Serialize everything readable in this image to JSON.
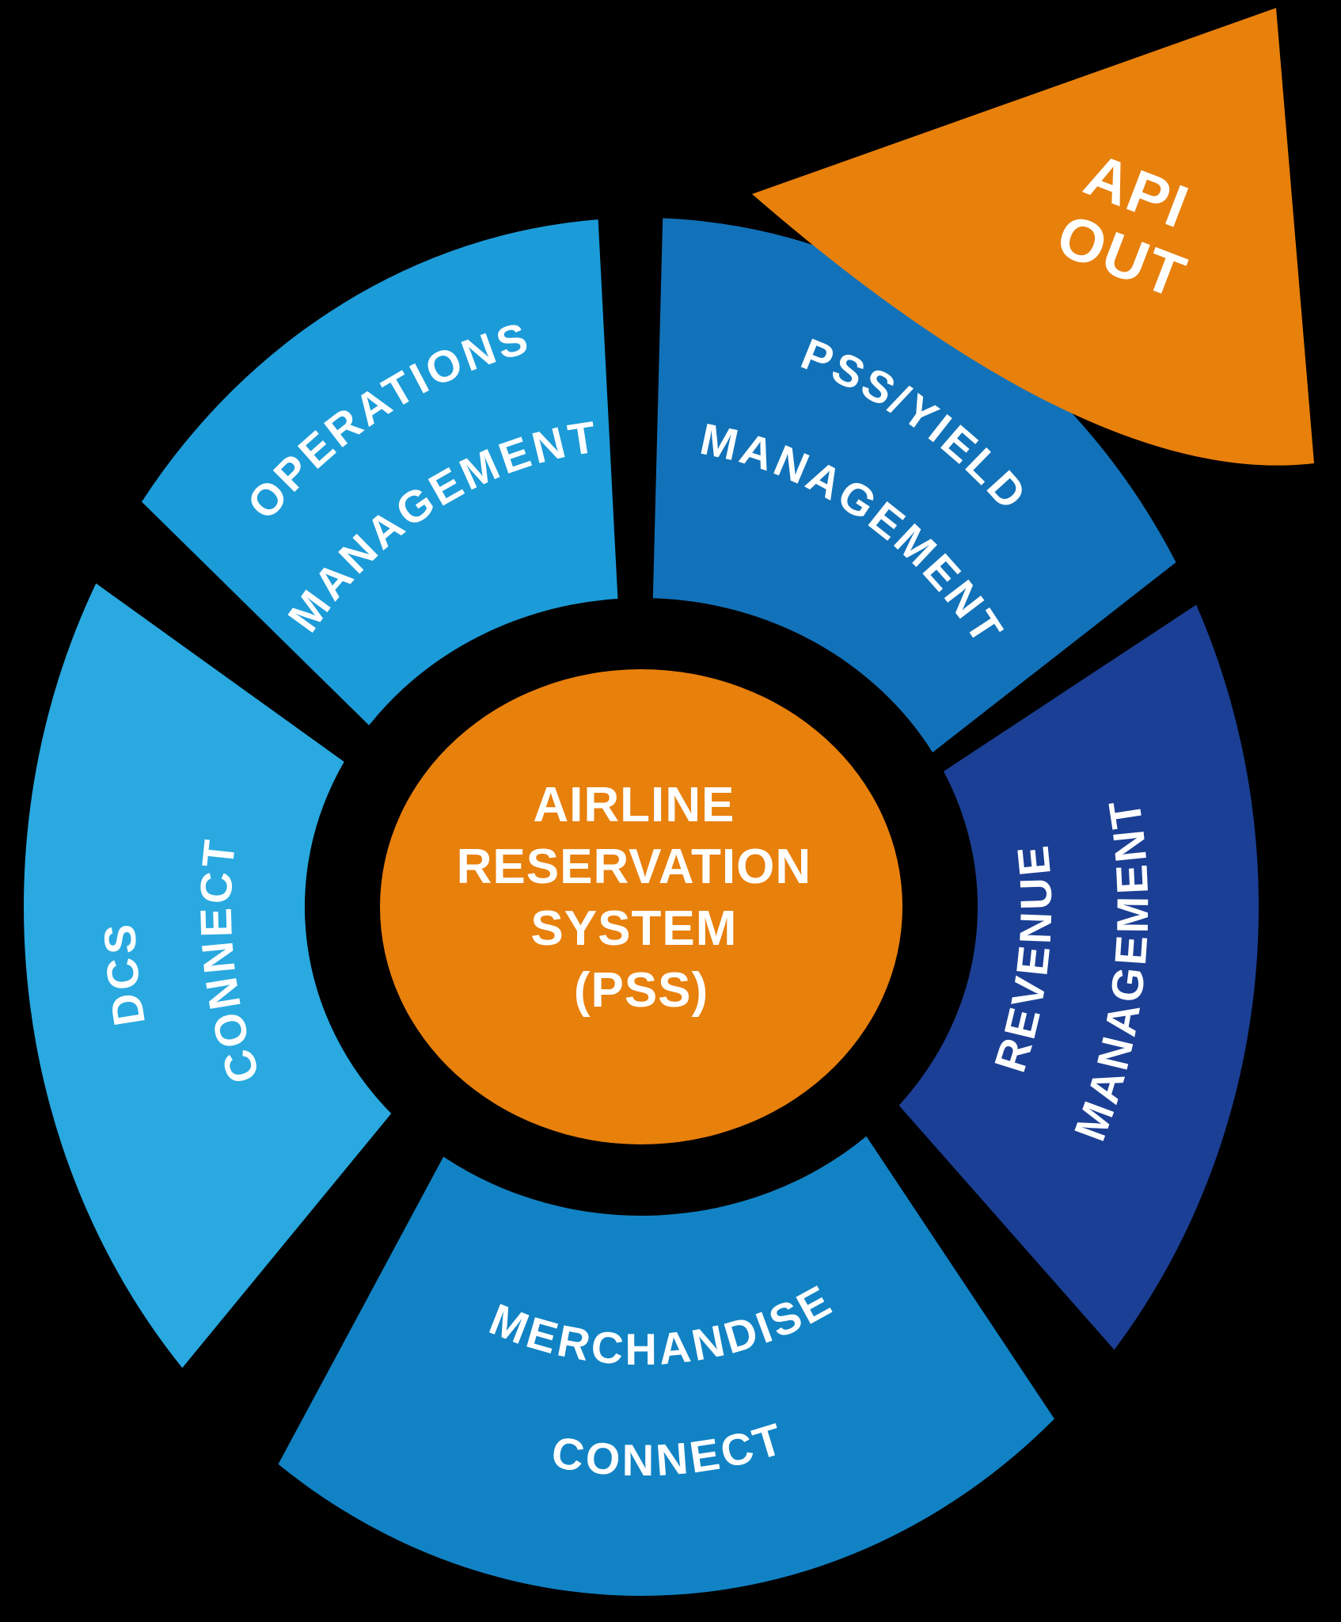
{
  "background_color": "#000000",
  "center_circle": {
    "label_lines": [
      "AIRLINE",
      "RESERVATION",
      "SYSTEM",
      "(PSS)"
    ],
    "color": "#E8800C",
    "text_color": "#FFFFFF"
  },
  "api_arrow": {
    "label_lines": [
      "API",
      "OUT"
    ],
    "color": "#E8800C",
    "text_color": "#FFFFFF"
  },
  "ring": {
    "segments": [
      {
        "id": "operations-management",
        "label_lines": [
          "OPERATIONS",
          "MANAGEMENT"
        ],
        "color": "#1C9BD9",
        "start_deg": 216,
        "end_deg": 266,
        "text_dir": "cw"
      },
      {
        "id": "pss-yield-management",
        "label_lines": [
          "PSS/YIELD",
          "MANAGEMENT"
        ],
        "color": "#1272B9",
        "start_deg": 272,
        "end_deg": 330,
        "text_dir": "cw"
      },
      {
        "id": "revenue-management",
        "label_lines": [
          "REVENUE",
          "MANAGEMENT"
        ],
        "color": "#1B3F94",
        "start_deg": -26,
        "end_deg": 40,
        "text_dir": "ccw"
      },
      {
        "id": "merchandise-connect",
        "label_lines": [
          "MERCHANDISE",
          "CONNECT"
        ],
        "color": "#1183C5",
        "start_deg": 48,
        "end_deg": 126,
        "text_dir": "ccw"
      },
      {
        "id": "dcs-connect",
        "label_lines": [
          "DCS",
          "CONNECT"
        ],
        "color": "#29A9E0",
        "start_deg": 138,
        "end_deg": 208,
        "text_dir": "cw"
      }
    ]
  }
}
